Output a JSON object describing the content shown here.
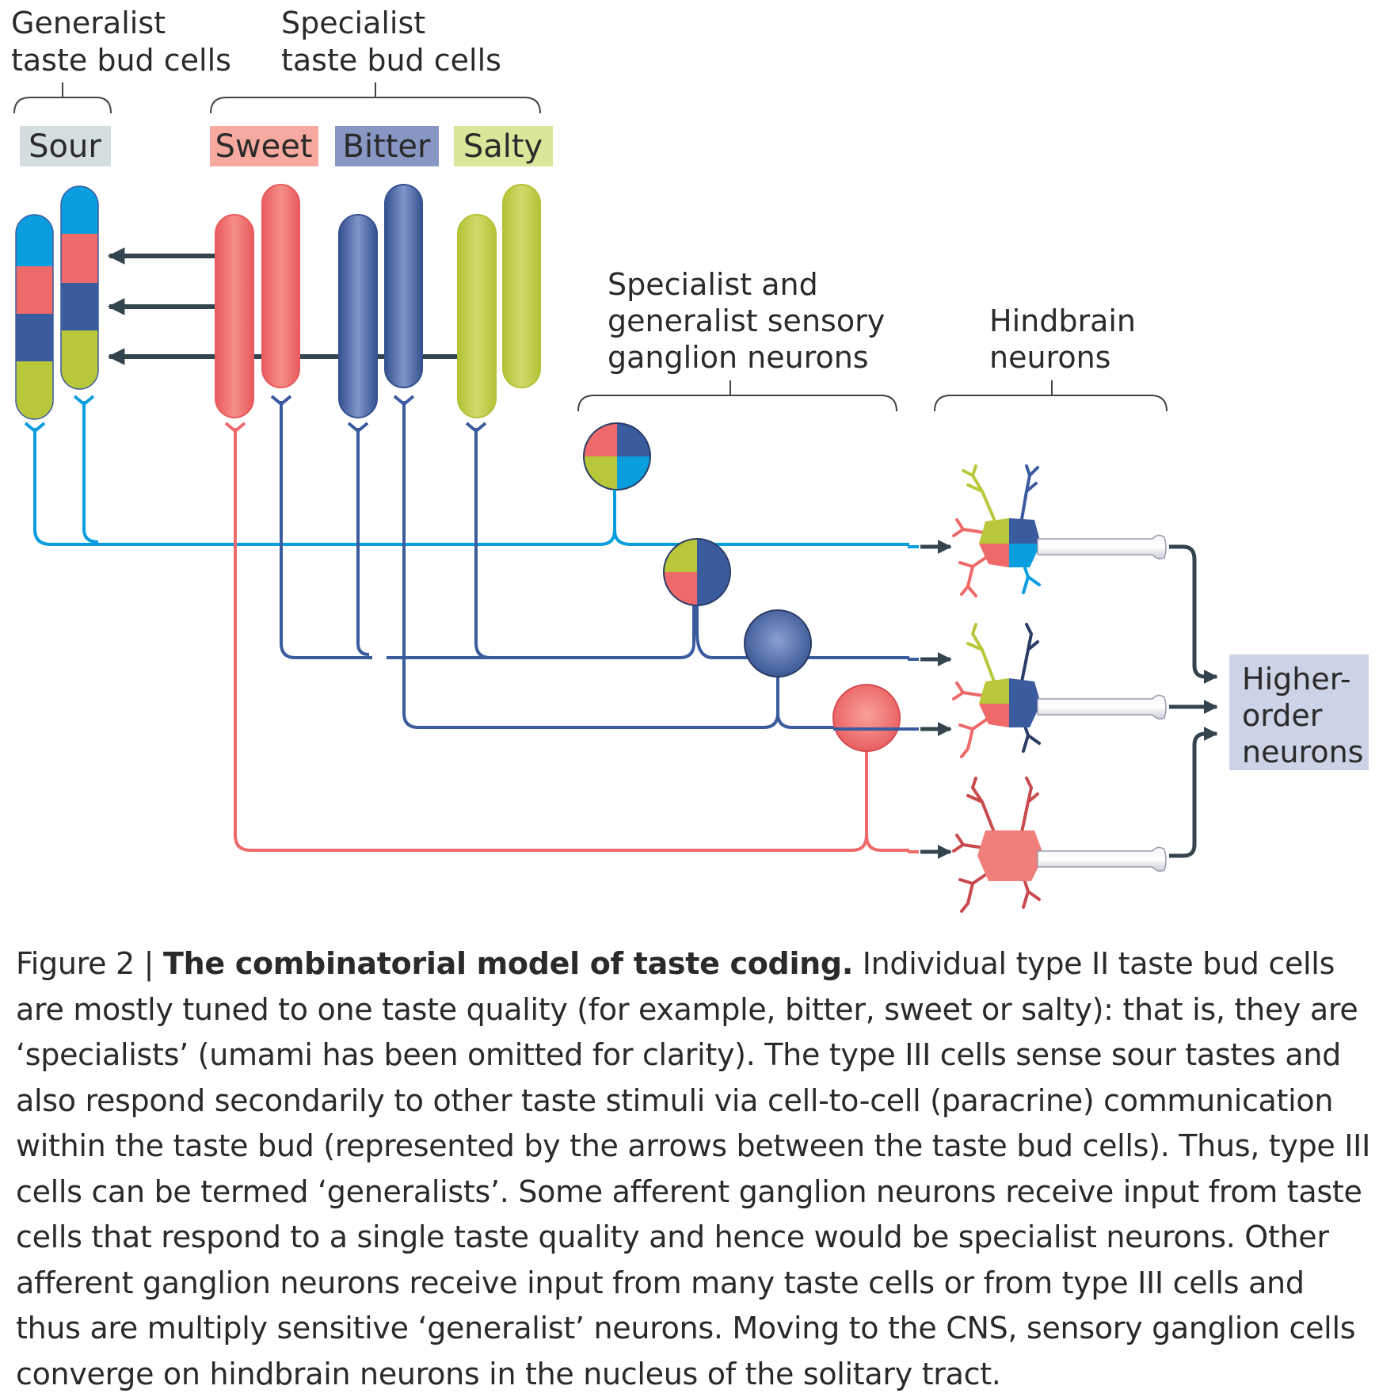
{
  "labels": {
    "generalist_cells": [
      "Generalist",
      "taste bud cells"
    ],
    "specialist_cells": [
      "Specialist",
      "taste bud cells"
    ],
    "ganglion": [
      "Specialist and",
      "generalist sensory",
      "ganglion neurons"
    ],
    "hindbrain": [
      "Hindbrain",
      "neurons"
    ],
    "higher_order": [
      "Higher-",
      "order",
      "neurons"
    ]
  },
  "tastes": {
    "sour": "Sour",
    "sweet": "Sweet",
    "bitter": "Bitter",
    "salty": "Salty"
  },
  "colors": {
    "sour": "#0a9ede",
    "sweet": "#ee6a6a",
    "bitter": "#3b5b9f",
    "salty": "#b9c83a",
    "arrow": "#34444f",
    "sour_tag_bg": "#d4dde0",
    "sweet_tag_bg": "#f6a99e",
    "bitter_tag_bg": "#8896c3",
    "salty_tag_bg": "#dce69a",
    "higher_order_bg": "#cdd3e6"
  },
  "caption": {
    "figure": "Figure 2 | ",
    "title": "The combinatorial model of taste coding.",
    "body": " Individual type II taste bud cells are mostly tuned to one taste quality (for example, bitter, sweet or salty): that is, they are ‘specialists’ (umami has been omitted for clarity). The type III cells sense sour tastes and also respond secondarily to other taste stimuli via cell-to-cell (paracrine) communication within the taste bud (represented by the arrows between the taste bud cells). Thus, type III cells can be termed ‘generalists’. Some afferent ganglion neurons receive input from taste cells that respond to a single taste quality and hence would be specialist neurons. Other afferent ganglion neurons receive input from many taste cells or from type III cells and thus are multiply sensitive ‘generalist’ neurons. Moving to the CNS, sensory ganglion cells converge on hindbrain neurons in the nucleus of the solitary tract."
  }
}
